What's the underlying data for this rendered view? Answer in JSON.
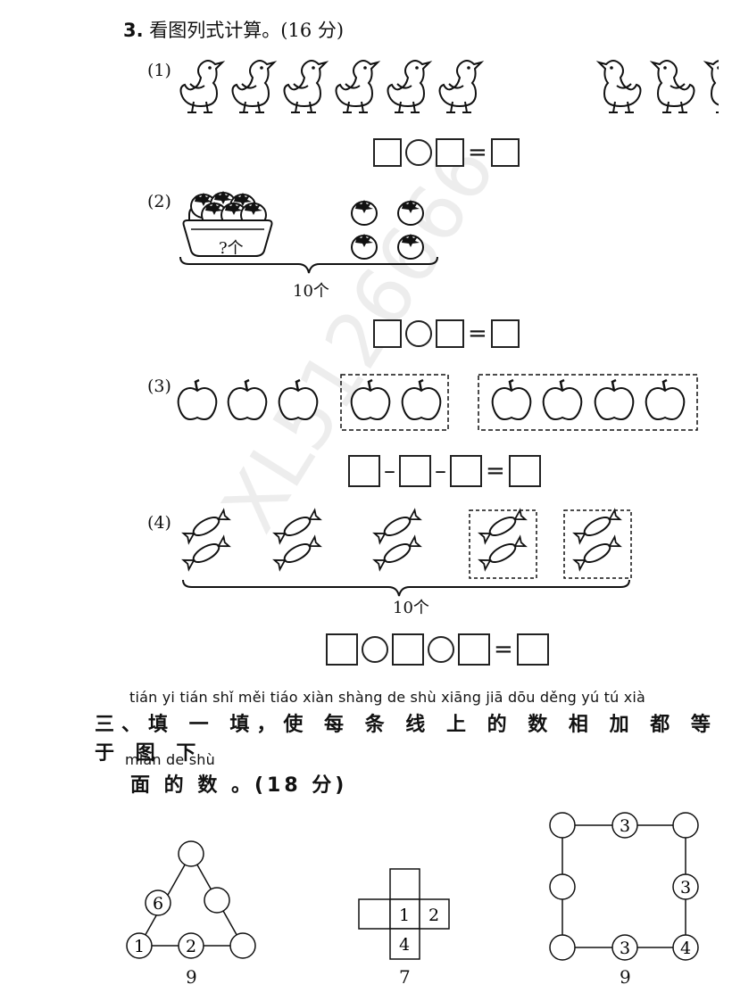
{
  "question": {
    "number": "3.",
    "title": "看图列式计算。(16 分)"
  },
  "sub1": {
    "label": "(1)"
  },
  "sub2": {
    "label": "(2)",
    "basket_label": "?个",
    "brace_label": "10个"
  },
  "sub3": {
    "label": "(3)"
  },
  "sub4": {
    "label": "(4)",
    "brace_label": "10个"
  },
  "section3": {
    "pinyin1": "tián yi tián   shǐ měi tiáo xiàn shàng de shù xiāng jiā dōu děng yú tú xià",
    "line1": "三、填 一 填，使 每 条 线  上  的 数 相 加 都 等 于 图 下",
    "pinyin2": "miàn de shù",
    "line2": "面 的 数 。(18 分)"
  },
  "puzzles": {
    "triangle": {
      "values": [
        "6",
        "1",
        "2"
      ],
      "target": "9"
    },
    "cross": {
      "values": [
        "1",
        "2",
        "4"
      ],
      "target": "7"
    },
    "square": {
      "values": [
        "3",
        "3",
        "3",
        "4"
      ],
      "target": "9"
    }
  },
  "watermark": "XL5126666",
  "icons": [
    "chick-icon",
    "persimmon-icon",
    "basket-icon",
    "apple-icon",
    "candy-icon"
  ]
}
